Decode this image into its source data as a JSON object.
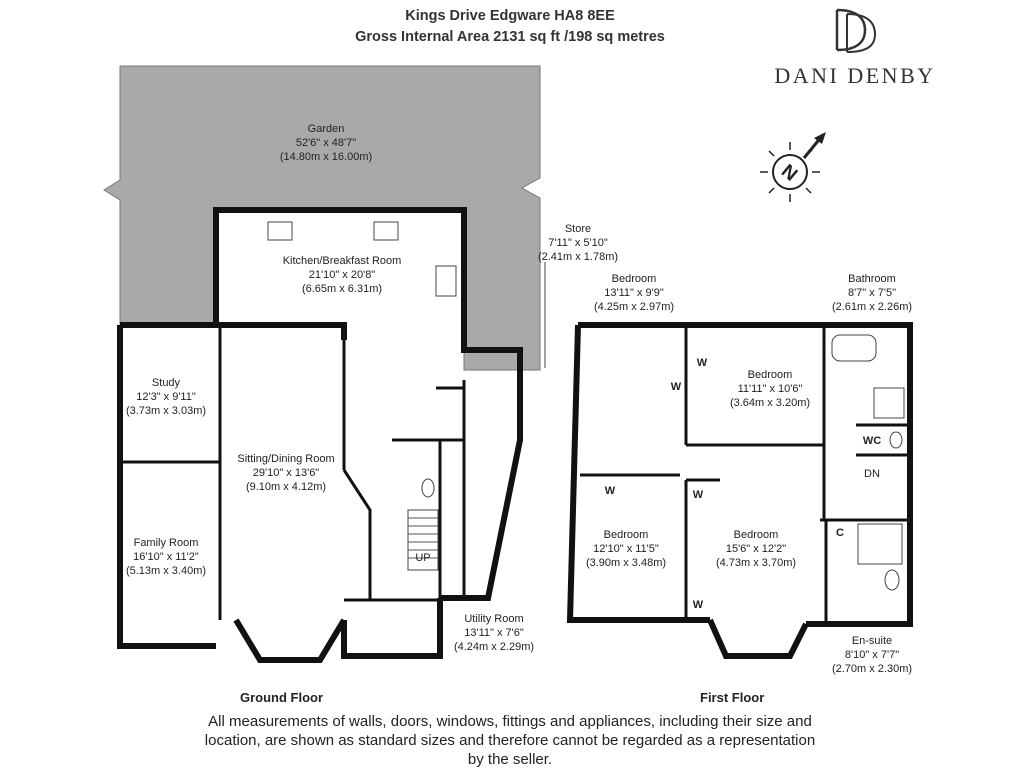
{
  "header": {
    "address": "Kings Drive Edgware HA8 8EE",
    "area": "Gross Internal Area 2131 sq ft /198 sq metres"
  },
  "brand": {
    "monogram": "DD",
    "name": "DANI DENBY",
    "logo_color": "#333333"
  },
  "compass": {
    "letter": "N"
  },
  "colors": {
    "garden": "#a9a9a9",
    "wall": "#111111",
    "room": "#ffffff"
  },
  "rooms": {
    "garden": {
      "name": "Garden",
      "imperial": "52'6\" x 48'7\"",
      "metric": "(14.80m x 16.00m)"
    },
    "kitchen": {
      "name": "Kitchen/Breakfast Room",
      "imperial": "21'10\" x 20'8\"",
      "metric": "(6.65m x 6.31m)"
    },
    "store": {
      "name": "Store",
      "imperial": "7'11\" x 5'10\"",
      "metric": "(2.41m x 1.78m)"
    },
    "study": {
      "name": "Study",
      "imperial": "12'3\" x 9'11\"",
      "metric": "(3.73m x 3.03m)"
    },
    "sitting": {
      "name": "Sitting/Dining Room",
      "imperial": "29'10\" x 13'6\"",
      "metric": "(9.10m x 4.12m)"
    },
    "family": {
      "name": "Family Room",
      "imperial": "16'10\" x 11'2\"",
      "metric": "(5.13m x 3.40m)"
    },
    "utility": {
      "name": "Utility Room",
      "imperial": "13'11\" x 7'6\"",
      "metric": "(4.24m x 2.29m)"
    },
    "bedroom1": {
      "name": "Bedroom",
      "imperial": "13'11\" x 9'9\"",
      "metric": "(4.25m x 2.97m)"
    },
    "bathroom": {
      "name": "Bathroom",
      "imperial": "8'7\" x 7'5\"",
      "metric": "(2.61m x 2.26m)"
    },
    "bedroom2": {
      "name": "Bedroom",
      "imperial": "11'11\" x 10'6\"",
      "metric": "(3.64m x 3.20m)"
    },
    "bedroom3": {
      "name": "Bedroom",
      "imperial": "12'10\" x 11'5\"",
      "metric": "(3.90m x 3.48m)"
    },
    "bedroom4": {
      "name": "Bedroom",
      "imperial": "15'6\" x 12'2\"",
      "metric": "(4.73m x 3.70m)"
    },
    "ensuite": {
      "name": "En-suite",
      "imperial": "8'10\" x 7'7\"",
      "metric": "(2.70m x 2.30m)"
    }
  },
  "fixtures": {
    "wardrobe": "W",
    "wc": "WC",
    "cupboard": "C",
    "stairs_up": "UP",
    "stairs_down": "DN"
  },
  "floors": {
    "ground": "Ground Floor",
    "first": "First Floor"
  },
  "disclaimer": "All measurements of walls, doors, windows, fittings and appliances, including their size and location, are shown as standard sizes and therefore cannot be regarded as a representation by the seller."
}
